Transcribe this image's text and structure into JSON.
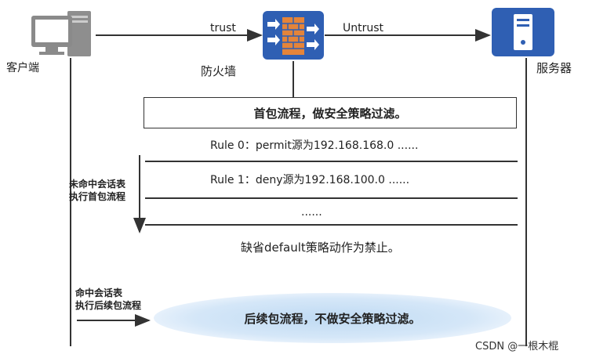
{
  "nodes": {
    "client": {
      "label": "客户端",
      "icon": "desktop-computer-icon"
    },
    "firewall": {
      "label": "防火墙",
      "icon": "firewall-icon",
      "color": "#2f5fb3",
      "brick_color": "#e4843a"
    },
    "server": {
      "label": "服务器",
      "icon": "server-icon",
      "color": "#2f5fb3"
    }
  },
  "links": {
    "trust": "trust",
    "untrust": "Untrust"
  },
  "first_packet_box": "首包流程，做安全策略过滤。",
  "rules": [
    "Rule 0：permit源为192.168.168.0 ......",
    "Rule 1：deny源为192.168.100.0    ......",
    "......"
  ],
  "default_rule": "缺省default策略动作为禁止。",
  "side_labels": {
    "miss": [
      "未命中会话表",
      "执行首包流程"
    ],
    "hit": [
      "命中会话表",
      "执行后续包流程"
    ]
  },
  "subsequent_packet": "后续包流程，不做安全策略过滤。",
  "watermark": "CSDN @一根木棍"
}
